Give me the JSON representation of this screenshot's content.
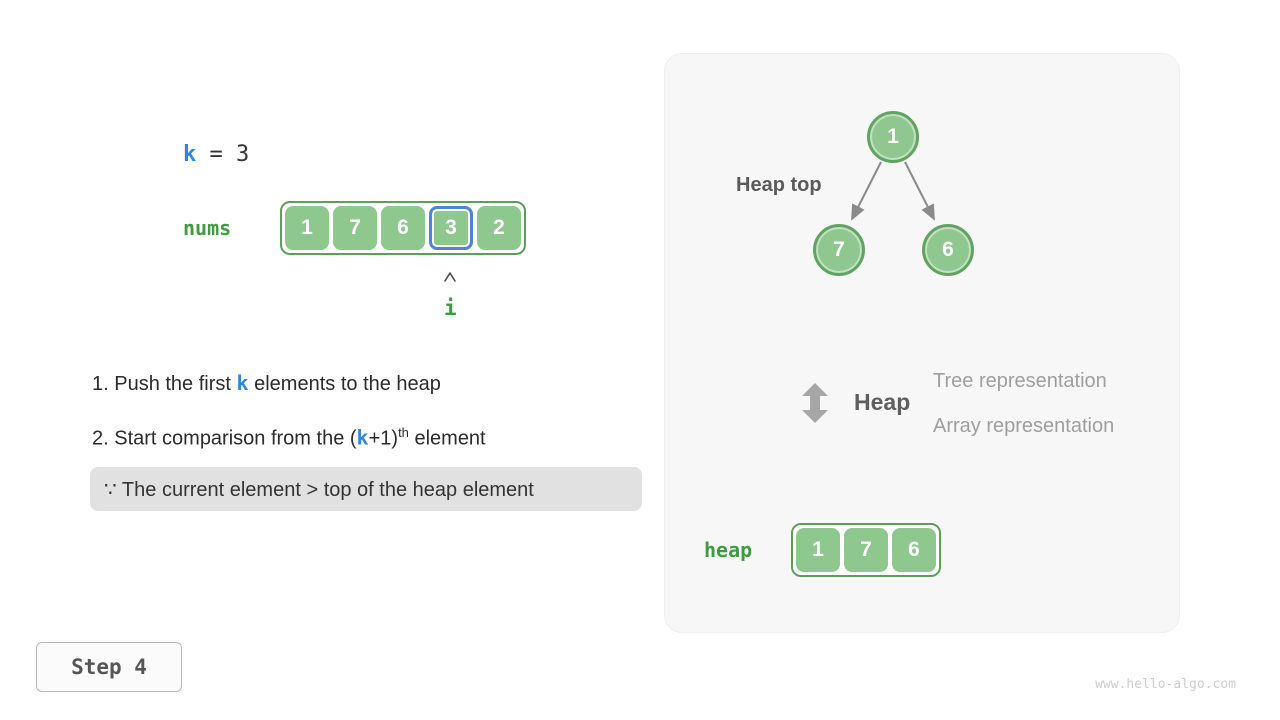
{
  "colors": {
    "cell_green": "#8fc88f",
    "cell_border_green": "#5aa05a",
    "label_green": "#3f9b3f",
    "accent_blue": "#2e86de",
    "highlight_border_blue": "#4e85d8",
    "note_bg": "#e1e1e1",
    "panel_bg": "#f7f7f8",
    "muted_gray": "#9e9e9e"
  },
  "left": {
    "k_name": "k",
    "k_rest": " = 3",
    "nums_label": "nums",
    "nums_values": [
      "1",
      "7",
      "6",
      "3",
      "2"
    ],
    "highlighted_index": 3,
    "pointer_label": "i",
    "line1": {
      "pre": "1. Push the first ",
      "k": "k",
      "post": " elements to the heap"
    },
    "line2": {
      "pre": "2. Start comparison from the (",
      "k": "k",
      "mid": "+1)",
      "sup": "th",
      "post": " element"
    },
    "note": "∵ The current element > top of the heap element"
  },
  "panel": {
    "heap_top_label": "Heap top",
    "tree": {
      "root": "1",
      "left_child": "7",
      "right_child": "6"
    },
    "legend": {
      "title": "Heap",
      "line1": "Tree representation",
      "line2": "Array representation"
    },
    "heap_label": "heap",
    "heap_values": [
      "1",
      "7",
      "6"
    ]
  },
  "footer": {
    "step_label": "Step 4",
    "watermark": "www.hello-algo.com"
  }
}
